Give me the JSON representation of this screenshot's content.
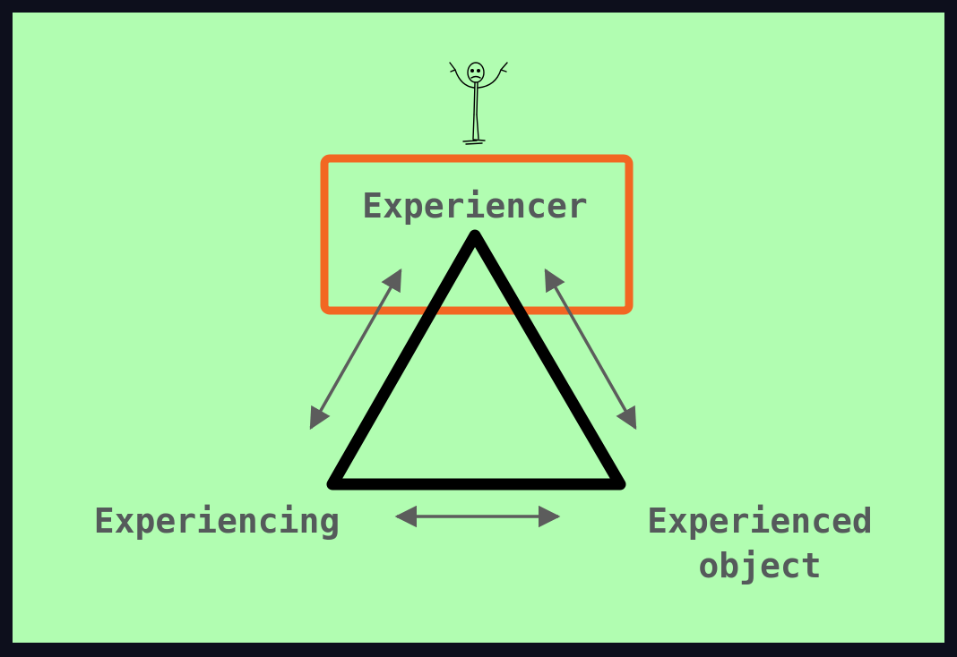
{
  "diagram": {
    "labels": {
      "experiencer": "Experiencer",
      "experiencing": "Experiencing",
      "experienced_line1": "Experienced",
      "experienced_line2": "object"
    },
    "colors": {
      "frame": "#0d0f1c",
      "background": "#b1fdb1",
      "highlight_box": "#f26722",
      "triangle": "#000000",
      "arrows": "#5c5c5c",
      "text": "#555a5b"
    },
    "icons": {
      "figure": "stick-figure-shrugging-icon"
    }
  }
}
